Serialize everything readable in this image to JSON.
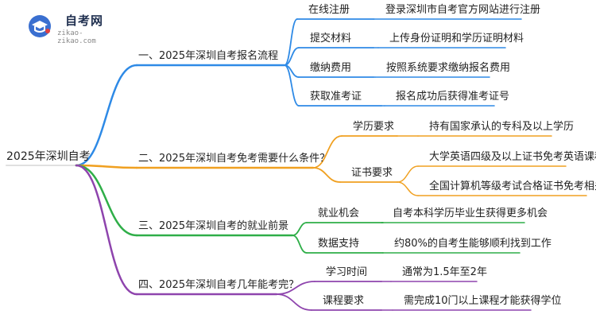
{
  "logo": {
    "title": "自考网",
    "url": "zikao-zikao.com"
  },
  "colors": {
    "root_line": "#e0e0e0",
    "blue": "#2e8ae6",
    "orange": "#f0a020",
    "green": "#2fae48",
    "purple": "#8e44ad",
    "logo_blue": "#3a6fd0",
    "logo_red": "#e04040"
  },
  "root": "2025年深圳自考",
  "branches": [
    {
      "label": "一、2025年深圳自考报名流程",
      "color": "blue",
      "children": [
        {
          "label": "在线注册",
          "leaves": [
            "登录深圳市自考官方网站进行注册"
          ]
        },
        {
          "label": "提交材料",
          "leaves": [
            "上传身份证明和学历证明材料"
          ]
        },
        {
          "label": "缴纳费用",
          "leaves": [
            "按照系统要求缴纳报名费用"
          ]
        },
        {
          "label": "获取准考证",
          "leaves": [
            "报名成功后获得准考证号"
          ]
        }
      ]
    },
    {
      "label": "二、2025年深圳自考免考需要什么条件？",
      "color": "orange",
      "children": [
        {
          "label": "学历要求",
          "leaves": [
            "持有国家承认的专科及以上学历"
          ]
        },
        {
          "label": "证书要求",
          "leaves": [
            "大学英语四级及以上证书免考英语课程",
            "全国计算机等级考试合格证书免考相关课程"
          ]
        }
      ]
    },
    {
      "label": "三、2025年深圳自考的就业前景",
      "color": "green",
      "children": [
        {
          "label": "就业机会",
          "leaves": [
            "自考本科学历毕业生获得更多机会"
          ]
        },
        {
          "label": "数据支持",
          "leaves": [
            "约80%的自考生能够顺利找到工作"
          ]
        }
      ]
    },
    {
      "label": "四、2025年深圳自考几年能考完？",
      "color": "purple",
      "children": [
        {
          "label": "学习时间",
          "leaves": [
            "通常为1.5年至2年"
          ]
        },
        {
          "label": "课程要求",
          "leaves": [
            "需完成10门以上课程才能获得学位"
          ]
        }
      ]
    }
  ]
}
